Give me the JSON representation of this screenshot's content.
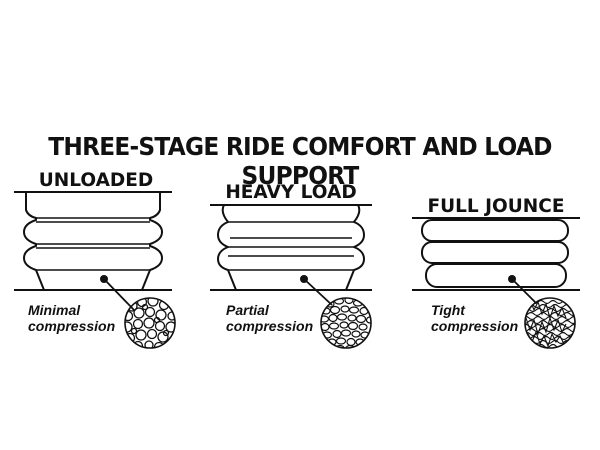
{
  "title": "THREE-STAGE RIDE COMFORT AND LOAD SUPPORT",
  "stages": [
    {
      "label": "UNLOADED",
      "caption_line1": "Minimal",
      "caption_line2": "compression"
    },
    {
      "label": "HEAVY LOAD",
      "caption_line1": "Partial",
      "caption_line2": "compression"
    },
    {
      "label": "FULL JOUNCE",
      "caption_line1": "Tight",
      "caption_line2": "compression"
    }
  ],
  "colors": {
    "ink": "#111111",
    "background": "#ffffff"
  }
}
